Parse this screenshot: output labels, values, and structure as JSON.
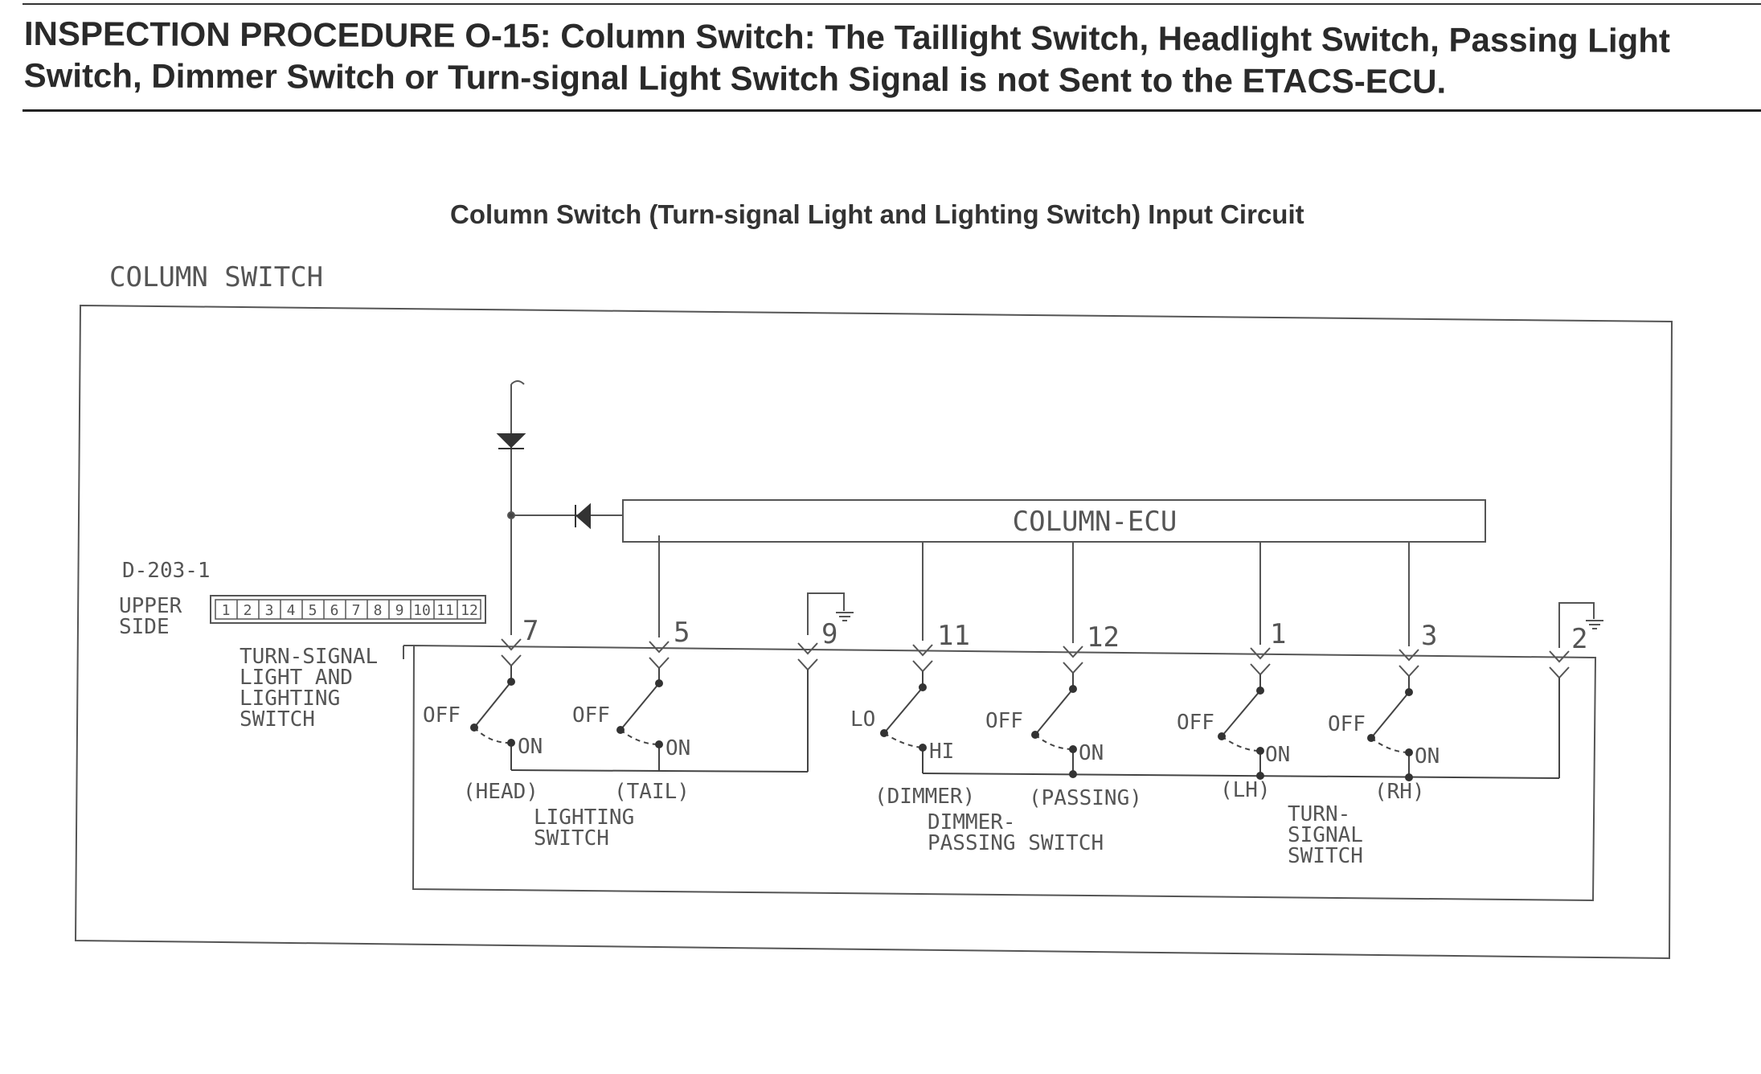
{
  "page": {
    "title": "INSPECTION PROCEDURE O-15: Column Switch: The Taillight Switch, Headlight Switch, Passing Light Switch, Dimmer Switch or Turn-signal Light Switch Signal is not Sent to the ETACS-ECU."
  },
  "diagram": {
    "title": "Column Switch (Turn-signal Light and Lighting Switch) Input Circuit",
    "column_switch_label": "COLUMN SWITCH",
    "ecu_label": "COLUMN-ECU",
    "connector": {
      "id": "D-203-1",
      "side_line1": "UPPER",
      "side_line2": "SIDE",
      "pins": [
        "1",
        "2",
        "3",
        "4",
        "5",
        "6",
        "7",
        "8",
        "9",
        "10",
        "11",
        "12"
      ]
    },
    "assembly_label": [
      "TURN-SIGNAL",
      "LIGHT AND",
      "LIGHTING",
      "SWITCH"
    ],
    "pin_numbers": [
      "7",
      "5",
      "9",
      "11",
      "12",
      "1",
      "3",
      "2"
    ],
    "switches": [
      {
        "off": "OFF",
        "on": "ON",
        "name": "(HEAD)"
      },
      {
        "off": "OFF",
        "on": "ON",
        "name": "(TAIL)"
      },
      {
        "off": "LO",
        "on": "HI",
        "name": "(DIMMER)"
      },
      {
        "off": "OFF",
        "on": "ON",
        "name": "(PASSING)"
      },
      {
        "off": "OFF",
        "on": "ON",
        "name": "(LH)"
      },
      {
        "off": "OFF",
        "on": "ON",
        "name": "(RH)"
      }
    ],
    "groups": [
      {
        "lines": [
          "LIGHTING",
          "SWITCH"
        ]
      },
      {
        "lines": [
          "DIMMER-",
          "PASSING SWITCH"
        ]
      },
      {
        "lines": [
          "TURN-",
          "SIGNAL",
          "SWITCH"
        ]
      }
    ]
  }
}
